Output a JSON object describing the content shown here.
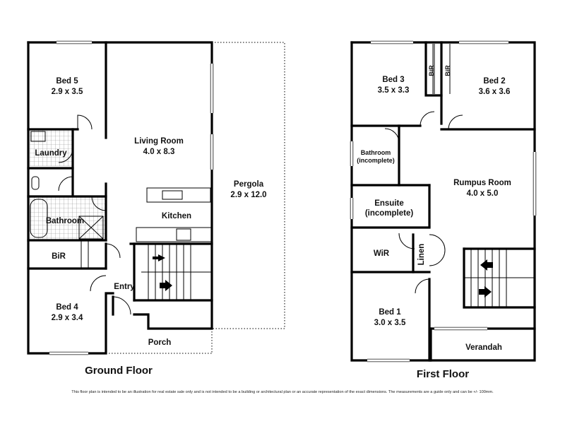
{
  "ground_floor": {
    "title": "Ground Floor",
    "rooms": {
      "bed5": {
        "name": "Bed 5",
        "size": "2.9 x 3.5"
      },
      "living": {
        "name": "Living Room",
        "size": "4.0 x 8.3"
      },
      "pergola": {
        "name": "Pergola",
        "size": "2.9 x 12.0"
      },
      "laundry": {
        "name": "Laundry"
      },
      "kitchen": {
        "name": "Kitchen"
      },
      "bathroom": {
        "name": "Bathroom"
      },
      "bir": {
        "name": "BiR"
      },
      "entry": {
        "name": "Entry"
      },
      "bed4": {
        "name": "Bed 4",
        "size": "2.9 x 3.4"
      },
      "porch": {
        "name": "Porch"
      }
    }
  },
  "first_floor": {
    "title": "First Floor",
    "rooms": {
      "bed3": {
        "name": "Bed 3",
        "size": "3.5 x 3.3"
      },
      "bir1": {
        "name": "BiR"
      },
      "bir2": {
        "name": "BiR"
      },
      "bed2": {
        "name": "Bed 2",
        "size": "3.6 x 3.6"
      },
      "bathroom": {
        "name": "Bathroom",
        "note": "(incomplete)"
      },
      "rumpus": {
        "name": "Rumpus Room",
        "size": "4.0 x 5.0"
      },
      "ensuite": {
        "name": "Ensuite",
        "note": "(incomplete)"
      },
      "wir": {
        "name": "WiR"
      },
      "linen": {
        "name": "Linen"
      },
      "bed1": {
        "name": "Bed 1",
        "size": "3.0 x 3.5"
      },
      "verandah": {
        "name": "Verandah"
      }
    }
  },
  "disclaimer": "This floor plan is intended to be an illustration for real estate sale only and is not intended to be a building or architectural plan or an accurate representation of the exact dimensions. The measurements are a guide only and can be +/- 100mm."
}
